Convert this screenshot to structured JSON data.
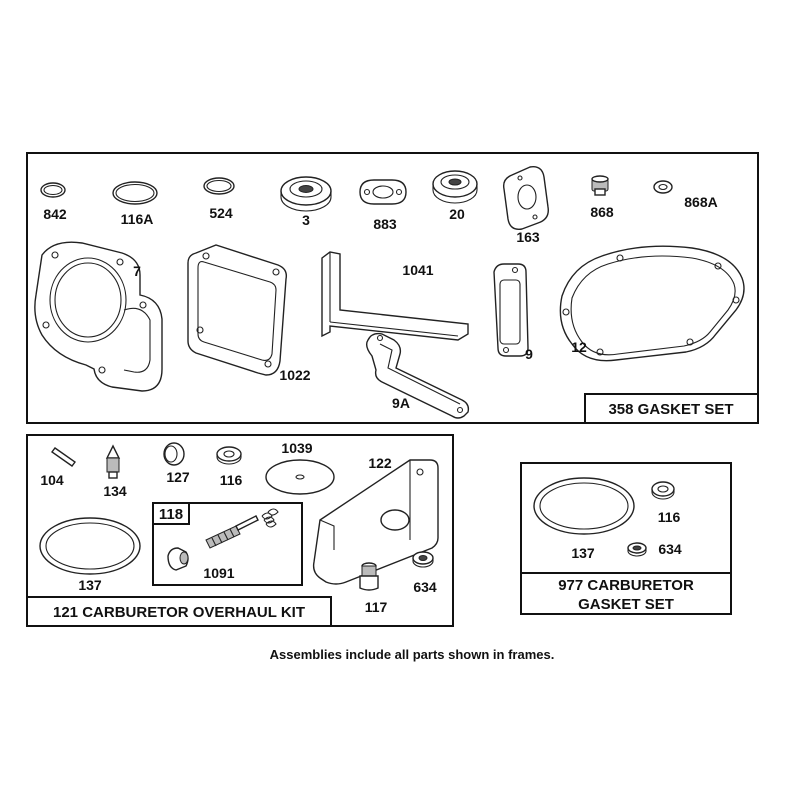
{
  "gasket_set": {
    "title": "358 GASKET SET",
    "labels": {
      "p842": "842",
      "p116a": "116A",
      "p524": "524",
      "p3": "3",
      "p883": "883",
      "p20": "20",
      "p163": "163",
      "p868": "868",
      "p868a": "868A",
      "p7": "7",
      "p1022": "1022",
      "p1041": "1041",
      "p9": "9",
      "p9a": "9A",
      "p12": "12"
    }
  },
  "overhaul_kit": {
    "title": "121 CARBURETOR OVERHAUL KIT",
    "labels": {
      "p104": "104",
      "p134": "134",
      "p127": "127",
      "p116": "116",
      "p1039": "1039",
      "p122": "122",
      "p137": "137",
      "p117": "117",
      "p634": "634"
    },
    "sub_kit": {
      "title": "118",
      "label_1091": "1091"
    }
  },
  "carb_gasket_set": {
    "title_line1": "977 CARBURETOR",
    "title_line2": "GASKET SET",
    "labels": {
      "p116": "116",
      "p137": "137",
      "p634": "634"
    }
  },
  "footnote": "Assemblies include all parts shown in frames."
}
